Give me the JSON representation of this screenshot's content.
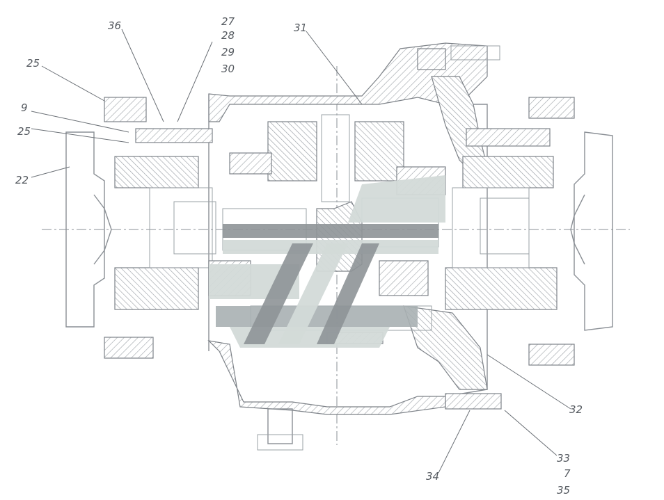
{
  "diagram": {
    "type": "technical-cross-section",
    "colors": {
      "line": "#8a8f95",
      "hatch": "#9aa0a6",
      "watermark": "#c5ccca",
      "label": "#555a60"
    }
  },
  "callouts": [
    {
      "id": "c36a",
      "text": "36"
    },
    {
      "id": "c27",
      "text": "27"
    },
    {
      "id": "c28",
      "text": "28"
    },
    {
      "id": "c29",
      "text": "29"
    },
    {
      "id": "c30",
      "text": "30"
    },
    {
      "id": "c31",
      "text": "31"
    },
    {
      "id": "c25",
      "text": "25"
    },
    {
      "id": "c9",
      "text": "9"
    },
    {
      "id": "c25b",
      "text": "25"
    },
    {
      "id": "c22",
      "text": "22"
    },
    {
      "id": "c32",
      "text": "32"
    },
    {
      "id": "c34",
      "text": "34"
    },
    {
      "id": "c33",
      "text": "33"
    },
    {
      "id": "c7",
      "text": "7"
    },
    {
      "id": "c35",
      "text": "35"
    }
  ]
}
